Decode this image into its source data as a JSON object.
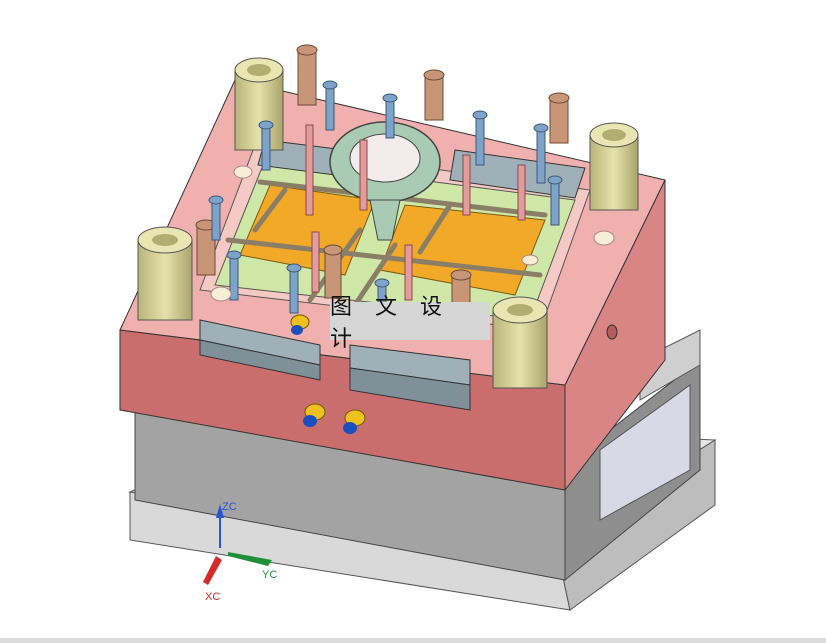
{
  "viewport": {
    "caption": "图 文 设 计",
    "axes": {
      "z_label": "ZC",
      "y_label": "YC",
      "x_label": "XC"
    },
    "colors": {
      "background": "#ffffff",
      "plate_pink_top": "#e8a9a9",
      "plate_pink_side": "#d07a7a",
      "plate_gray": "#a9a9a9",
      "base_plate": "#d9d9d9",
      "guide_bushing": "#d6d29a",
      "cavity_orange": "#f0a92a",
      "insert_green": "#c7e6a3",
      "bolt_blue": "#7ea3c8",
      "pin_brown": "#c89577",
      "axis_z": "#2a54d6",
      "axis_y": "#1f8f3a",
      "axis_x": "#d62a2a"
    }
  }
}
